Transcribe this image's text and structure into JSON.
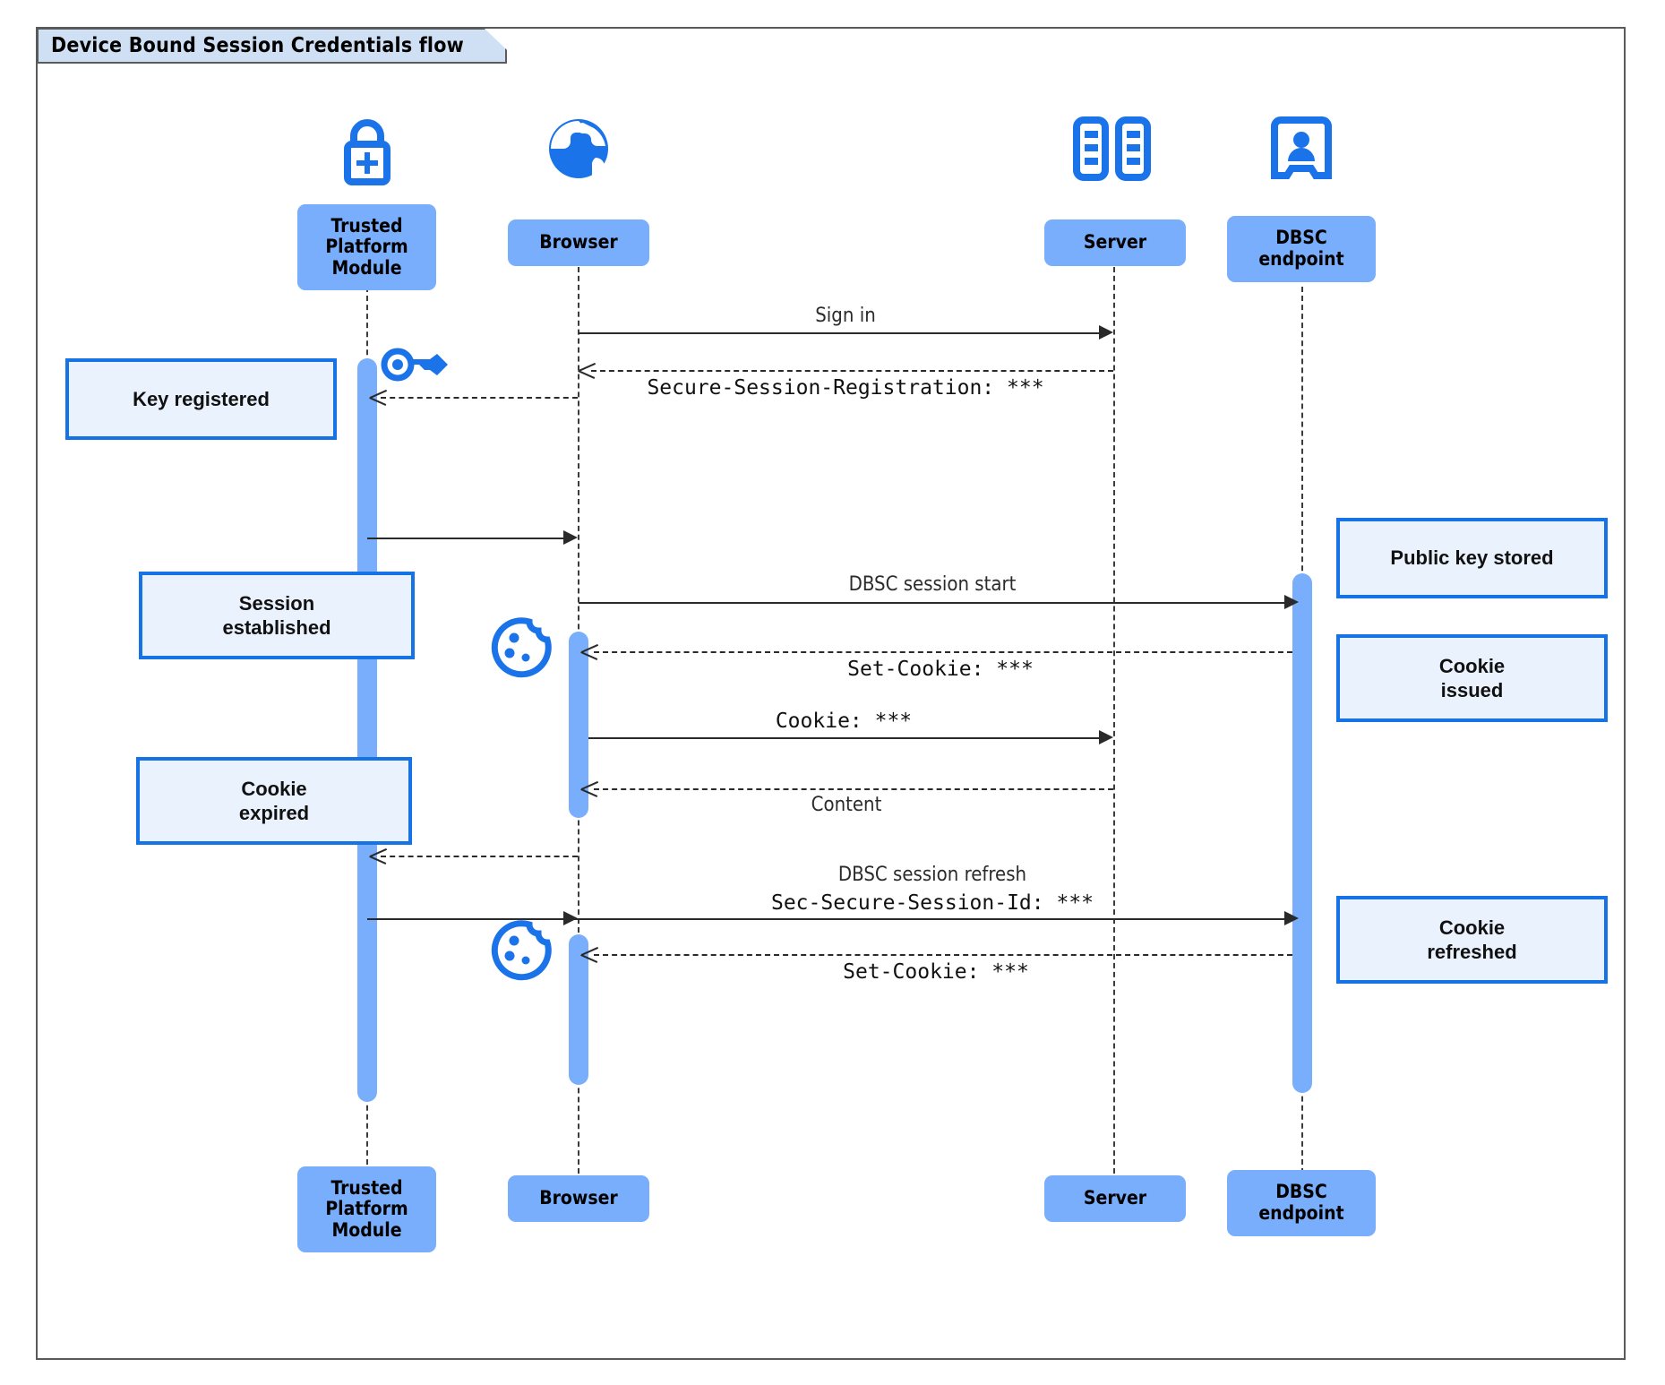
{
  "diagram": {
    "title": "Device Bound Session Credentials flow",
    "type": "uml-sequence",
    "colors": {
      "participant_fill": "#78aefc",
      "note_fill": "#eaf2fe",
      "note_border": "#1673e6",
      "icon_blue": "#1a73e8",
      "frame_border": "#5a5a5a",
      "title_fill": "#cfe0f5"
    }
  },
  "participants": [
    {
      "id": "tpm",
      "label": "Trusted\nPlatform\nModule",
      "icon": "lock-plus-icon"
    },
    {
      "id": "browser",
      "label": "Browser",
      "icon": "globe-icon"
    },
    {
      "id": "server",
      "label": "Server",
      "icon": "server-racks-icon"
    },
    {
      "id": "dbsc",
      "label": "DBSC\nendpoint",
      "icon": "id-badge-icon"
    }
  ],
  "messages": [
    {
      "id": "m1",
      "from": "browser",
      "to": "server",
      "label": "Sign in",
      "style": "solid",
      "font": "sans"
    },
    {
      "id": "m2",
      "from": "server",
      "to": "browser",
      "label": "Secure-Session-Registration: ***",
      "style": "dashed",
      "font": "mono"
    },
    {
      "id": "m3",
      "from": "browser",
      "to": "tpm",
      "label": "",
      "style": "dashed",
      "font": "mono"
    },
    {
      "id": "m4",
      "from": "tpm",
      "to": "browser",
      "label": "",
      "style": "solid",
      "font": "sans"
    },
    {
      "id": "m5",
      "from": "browser",
      "to": "dbsc",
      "label": "DBSC session start",
      "style": "solid",
      "font": "sans"
    },
    {
      "id": "m6",
      "from": "dbsc",
      "to": "browser",
      "label": "Set-Cookie: ***",
      "style": "dashed",
      "font": "mono"
    },
    {
      "id": "m7",
      "from": "browser",
      "to": "server",
      "label": "Cookie: ***",
      "style": "solid",
      "font": "mono"
    },
    {
      "id": "m8",
      "from": "server",
      "to": "browser",
      "label": "Content",
      "style": "dashed",
      "font": "sans"
    },
    {
      "id": "m9",
      "from": "browser",
      "to": "tpm",
      "label": "",
      "style": "dashed",
      "font": "mono"
    },
    {
      "id": "m10",
      "from": "tpm",
      "to": "dbsc",
      "label": "DBSC session refresh",
      "label2": "Sec-Secure-Session-Id: ***",
      "style": "solid",
      "font": "sans"
    },
    {
      "id": "m11",
      "from": "dbsc",
      "to": "browser",
      "label": "Set-Cookie: ***",
      "style": "dashed",
      "font": "mono"
    }
  ],
  "notes": [
    {
      "id": "n1",
      "side": "left",
      "text": "Key registered",
      "attached_to": "tpm"
    },
    {
      "id": "n2",
      "side": "left",
      "text": "Session\nestablished",
      "attached_to": "tpm"
    },
    {
      "id": "n3",
      "side": "left",
      "text": "Cookie\nexpired",
      "attached_to": "tpm"
    },
    {
      "id": "n4",
      "side": "right",
      "text": "Public key stored",
      "attached_to": "dbsc"
    },
    {
      "id": "n5",
      "side": "right",
      "text": "Cookie\nissued",
      "attached_to": "dbsc"
    },
    {
      "id": "n6",
      "side": "right",
      "text": "Cookie\nrefreshed",
      "attached_to": "dbsc"
    }
  ],
  "inline_icons": [
    {
      "id": "key",
      "name": "key-icon",
      "near": "tpm"
    },
    {
      "id": "cookie1",
      "name": "cookie-icon",
      "near": "browser"
    },
    {
      "id": "cookie2",
      "name": "cookie-icon",
      "near": "browser"
    }
  ]
}
